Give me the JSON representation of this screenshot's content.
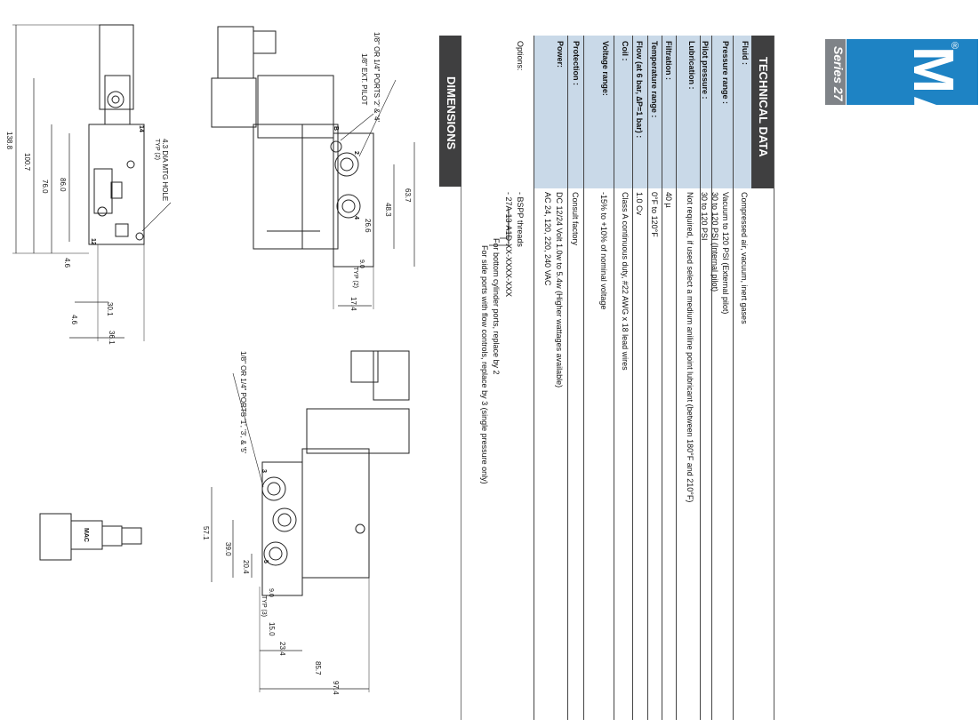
{
  "brand": {
    "logo": "MAC",
    "registered": "®",
    "series": "Series 27"
  },
  "technical_data": {
    "title": "TECHNICAL DATA",
    "rows": [
      {
        "label": "Fluid :",
        "value": "Compressed air, vacuum, inert gases"
      },
      {
        "label": "Pressure range :",
        "value": "Vacuum to 120 PSI (External pilot)",
        "value2": "30 to 120 PSI (Internal pilot)"
      },
      {
        "label": "Pilot pressure :",
        "value": "30 to 120 PSI"
      },
      {
        "label": "Lubrication :",
        "value": "Not required, if used select a medium aniline point lubricant (between 180°F and 210°F)"
      },
      {
        "label": "Filtration :",
        "value": "40 µ"
      },
      {
        "label": "Temperature range :",
        "value": "0°F to 120°F"
      },
      {
        "label": "Flow (at 6 bar, ∆P=1 bar) :",
        "value": "1.0 Cv"
      },
      {
        "label": "Coil :",
        "value": "Class A continuous duty, #22 AWG x 18 lead wires"
      },
      {
        "label": "Voltage range:",
        "value": "-15% to +10% of nominal voltage"
      },
      {
        "label": "Protection :",
        "value": "Consult factory"
      },
      {
        "label": "Power:",
        "value": "DC 12/24 Volt 1.0w to 5.4w (Higher wattages available)",
        "value2": "AC 24, 120, 220, 240 VAC"
      }
    ],
    "options_label": "Options:",
    "options": [
      "- BSPP threads",
      "- 27A-13-A1D-XX-XXXX-XXX",
      "For bottom cylinder ports, replace by 2",
      "For side ports with flow controls, replace by 3 (single pressure only)"
    ]
  },
  "dimensions": {
    "title": "DIMENSIONS",
    "callouts": {
      "ports_2_4": "1/8\" OR 1/4\" PORTS '2' & '4'",
      "ext_pilot": "1/8\" EXT. PILOT",
      "mtg_hole": "4.3 DIA MTG HOLE",
      "mtg_hole_sub": "TYP (2)",
      "ports_1_3_5": "1/8\" OR 1/4\" PORTS '1', '3', & '5'"
    },
    "port_labels": {
      "p2": "2",
      "p4": "4",
      "p14": "14",
      "p12": "12",
      "p3": "3",
      "p5": "5",
      "pilot": "B"
    },
    "top_view": {
      "d1": "138.8",
      "d2": "100.7",
      "d3": "76.0",
      "d4": "86.0",
      "d5": "4.6",
      "d6": "30.1",
      "d7": "4.6",
      "d8": "36.1"
    },
    "side_view": {
      "d1": "63.7",
      "d2": "48.3",
      "d3": "26.6",
      "d4": "9.0",
      "d4_sub": "TYP (2)",
      "d5": "17.4"
    },
    "front_view": {
      "d1": "57.1",
      "d2": "39.0",
      "d3": "20.4",
      "d4": "9.0",
      "d4_sub": "TYP (3)",
      "d5": "15.0",
      "d6": "23.4",
      "d7": "85.7",
      "d8": "97.4"
    },
    "component_label": "MAC"
  }
}
